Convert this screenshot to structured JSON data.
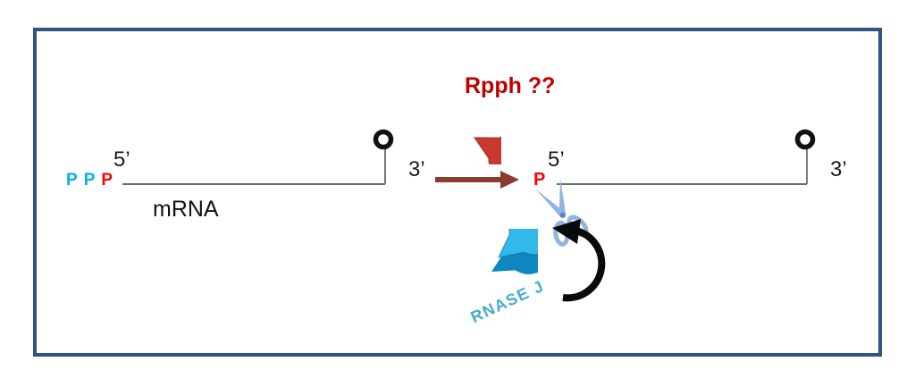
{
  "figure": {
    "frame_color": "#2e5583",
    "left_mrna": {
      "phosphates": [
        {
          "label": "P",
          "color": "#00b0f0"
        },
        {
          "label": "P",
          "color": "#00b0f0"
        },
        {
          "label": "P",
          "color": "#ff0000"
        }
      ],
      "five_prime_label": "5’",
      "three_prime_label": "3’",
      "name_label": "mRNA"
    },
    "reaction": {
      "enzyme_question_label": "Rpph ??",
      "label_color": "#c00000",
      "enzyme_color": "#c9392f",
      "arrow_color": "#8c3a32"
    },
    "right_mrna": {
      "phosphate": {
        "label": "P",
        "color": "#ff0000"
      },
      "five_prime_label": "5’",
      "three_prime_label": "3’"
    },
    "rnase": {
      "label": "RNASE J",
      "label_color": "#45aecb",
      "enzyme_front_color": "#33b8ec",
      "enzyme_back_color": "#0e86c0",
      "scissors_color": "#92b4de"
    },
    "icons": {
      "terminator": "hairpin-loop-icon",
      "pyrophosphatase": "red-pacman-icon",
      "transformation": "right-arrow-icon",
      "ribonuclease": "blue-pacman-icon",
      "cut_site": "scissors-icon",
      "degradation": "curved-arrow-icon"
    }
  }
}
